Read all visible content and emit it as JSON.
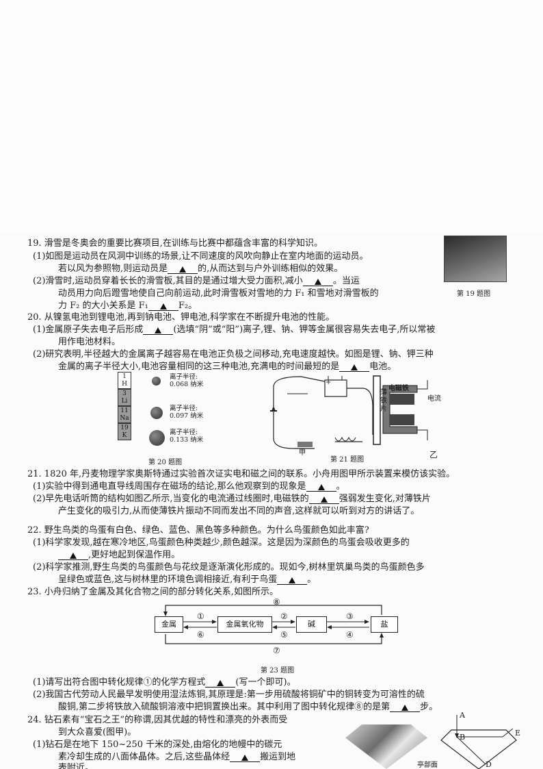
{
  "q19": {
    "stem": "19. 滑雪是冬奥会的重要比赛项目,在训练与比赛中都蕴含丰富的科学知识。",
    "p1a": "(1)如图是运动员在风洞中训练的场景,让不同速度的风吹向静止在室内地面的运动员。",
    "p1b_pre": "若以风为参照物,则运动员是",
    "p1b_post": "的,从而达到与户外训练相似的效果。",
    "p2a_pre": "(2)滑雪时,运动员穿着长长的滑雪板,其目的是通过增大受力面积,减小",
    "p2a_post": "。当运",
    "p2b": "动员用力向后蹬雪地使自己向前运动,此时滑雪板对雪地的力 F₁ 和雪地对滑雪板的",
    "p2c_pre": "力 F₂ 的大小关系是 F₁",
    "p2c_post": "F₂。",
    "caption": "第 19 题图"
  },
  "q20": {
    "stem": "20. 从镍氢电池到锂电池,再到钠电池、钾电池,科学家在不断提升电池的性能。",
    "p1a_pre": "(1)金属原子失去电子后形成",
    "p1a_post": "(选填“阴”或“阳”)离子,锂、钠、钾等金属很容易失去电子,所以常被",
    "p1b": "用作电池材料。",
    "p2a": "(2)研究表明,半径越大的金属离子越容易在电池正负极之间移动,充电速度越快。如图是锂、钠、钾三种",
    "p2b_pre": "金属的离子半径大小,电池容量相同的这三种电池,充满电的时间最短的是",
    "p2b_post": "电池。",
    "elements": [
      {
        "num": "1",
        "sym": "H"
      },
      {
        "num": "3",
        "sym": "Li"
      },
      {
        "num": "11",
        "sym": "Na"
      },
      {
        "num": "19",
        "sym": "K"
      }
    ],
    "radii": [
      {
        "label": "离子半径:",
        "value": "0.068 纳米"
      },
      {
        "label": "离子半径:",
        "value": "0.097 纳米"
      },
      {
        "label": "离子半径:",
        "value": "0.133 纳米"
      }
    ],
    "caption": "第 20 题图"
  },
  "fig21": {
    "label_jia": "甲",
    "label_yi": "乙",
    "caption": "第 21 题图",
    "electromagnet": "电磁铁",
    "current": "电流",
    "iron": "薄铁片"
  },
  "q21": {
    "stem": "21. 1820 年,丹麦物理学家奥斯特通过实验首次证实电和磁之间的联系。小舟用图甲所示装置来模仿该实验。",
    "p1_pre": "(1)实验中得到通电直导线周围存在磁场的结论,那么他观察到的现象是",
    "p1_post": "。",
    "p2a_pre": "(2)早先电话听筒的结构如图乙所示,当变化的电流通过线圈时,电磁铁的",
    "p2a_post": "强弱发生变化,对薄铁片",
    "p2b": "产生变化的吸引力,从而使薄铁片振动不同而发出不同的声音,这样就可以听到对方的讲话了。"
  },
  "q22": {
    "stem": "22. 野生鸟类的鸟蛋有白色、绿色、蓝色、黑色等多种颜色。为什么鸟蛋颜色如此丰富?",
    "p1a": "(1)科学家发现,越在寒冷地区,鸟蛋颜色种类越少,颜色越深。这是因为深颜色的鸟蛋会吸收更多的",
    "p1b_post": ",更好地起到保温作用。",
    "p2a": "(2)科学家推测,野生鸟类的鸟蛋颜色与花纹是逐渐演化形成的。现如今,树林里筑巢鸟类的鸟蛋颜色多",
    "p2b_pre": "呈绿色或蓝色,这与树林里的环境色调相接近,有利于鸟蛋",
    "p2b_post": "。"
  },
  "q23": {
    "stem": "23. 小舟归纳了金属及其化合物之间的部分转化关系,如图所示。",
    "boxes": [
      "金属",
      "金属氧化物",
      "碱",
      "盐"
    ],
    "nums": [
      "①",
      "⑥",
      "②",
      "⑤",
      "③",
      "④",
      "⑧",
      "⑦"
    ],
    "caption": "第 23 题图",
    "p1_pre": "(1)请写出符合图中转化规律①的化学方程式",
    "p1_post": "(写一个即可)。",
    "p2a": "(2)我国古代劳动人民最早发明使用湿法炼铜,其原理是:第一步用硫酸将铜矿中的铜转变为可溶性的硫",
    "p2b_pre": "酸铜,第二步将铁放入硫酸铜溶液中把铜置换出来。其中利用了图中转化规律⑧的是第",
    "p2b_post": "步。"
  },
  "q24": {
    "stem1": "24. 钻石素有“宝石之王”的称谓,因其优越的特性和漂亮的外表而受",
    "stem2": "到大众喜爱(图甲)。",
    "p1a": "(1)钻石是在地下 150~250 千米的深处,由熔化的地幔中的碳元",
    "p1b_pre": "素冷却生成的八面体晶体。之后,这些晶体经",
    "p1b_post": "搬运到地",
    "p1c": "表附近。",
    "points": [
      "A",
      "B",
      "E",
      "D"
    ],
    "side": "亭部面"
  },
  "answer_mark": "▲"
}
